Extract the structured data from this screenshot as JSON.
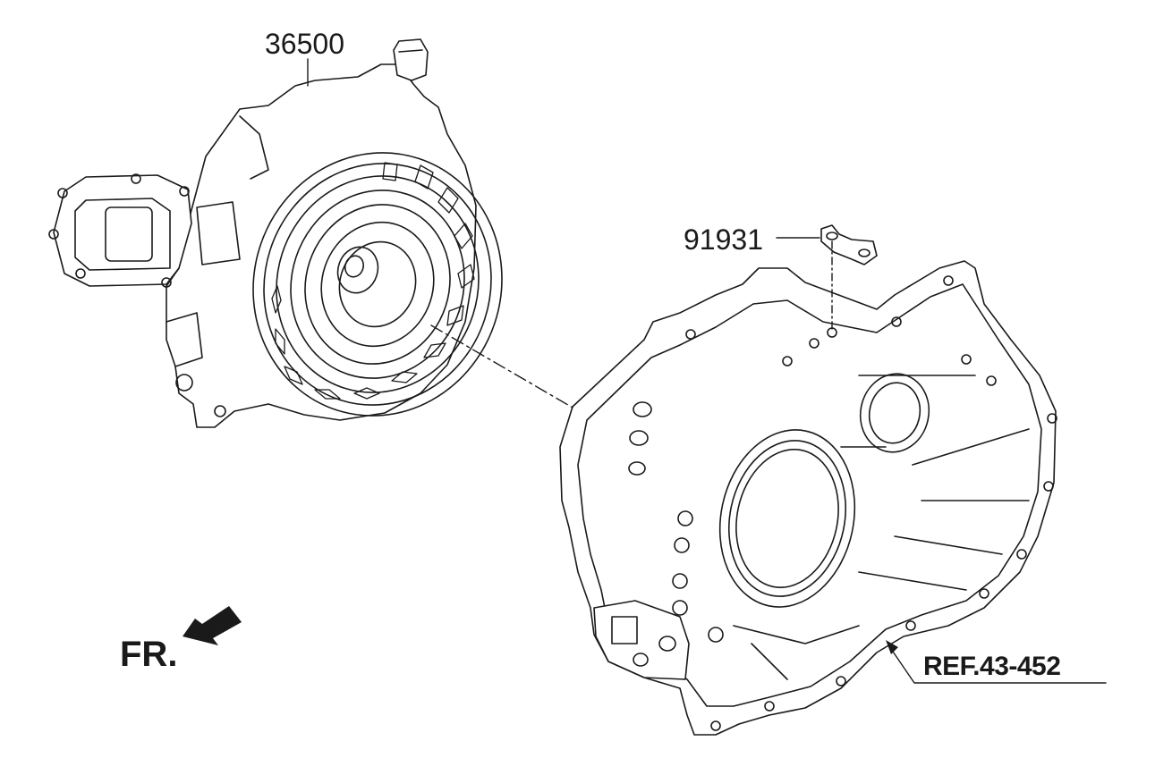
{
  "labels": {
    "motor_part_number": "36500",
    "bracket_part_number": "91931",
    "housing_reference": "REF.43-452",
    "front_indicator": "FR."
  },
  "parts": [
    {
      "name": "motor-assembly",
      "part_number": "36500"
    },
    {
      "name": "bracket",
      "part_number": "91931"
    },
    {
      "name": "transmission-housing",
      "reference": "REF.43-452"
    }
  ],
  "colors": {
    "line": "#1a1a1a",
    "background": "#ffffff"
  }
}
